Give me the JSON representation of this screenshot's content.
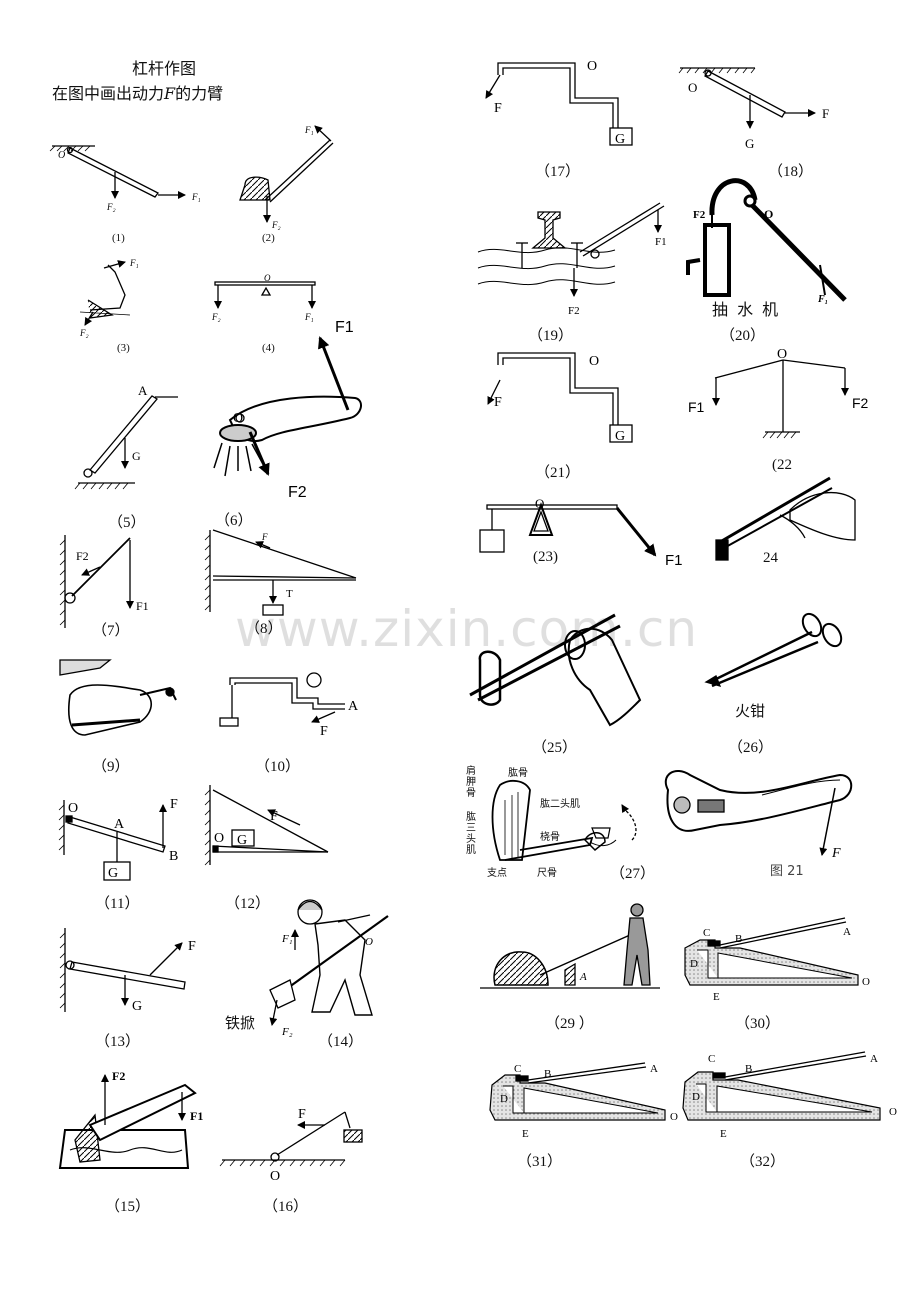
{
  "header": {
    "title": "杠杆作图",
    "instruction_prefix": "在图中画出动力",
    "instruction_var": "F",
    "instruction_suffix": "的力臂"
  },
  "captions": {
    "c1": "(1)",
    "c2": "(2)",
    "c3": "(3)",
    "c4": "(4)",
    "c5": "（5）",
    "c6": "（6）",
    "c7": "（7）",
    "c8": "（8）",
    "c9": "（9）",
    "c10": "（10）",
    "c11": "（11）",
    "c12": "（12）",
    "c13": "（13）",
    "c14": "（14）",
    "c15": "（15）",
    "c16": "（16）",
    "c17": "（17）",
    "c18": "（18）",
    "c19": "（19）",
    "c20": "（20）",
    "c21": "（21）",
    "c22": "(22",
    "c23": "(23)",
    "c24": "24",
    "c25": "（25）",
    "c26": "（26）",
    "c27": "（27）",
    "c29": "（29 ）",
    "c30": "（30）",
    "c31": "（31）",
    "c32": "（32）"
  },
  "text_labels": {
    "pump": "抽 水 机",
    "tongs": "火钳",
    "shovel": "铁掀",
    "fig21": "图 21",
    "muscle_deltoid": "肩胛骨",
    "muscle_humerus": "肱骨",
    "muscle_biceps": "肱二头肌",
    "muscle_triceps": "肱三头肌",
    "muscle_radius": "桡骨",
    "muscle_ulna": "尺骨",
    "muscle_fulcrum": "支点"
  },
  "letters": {
    "F": "F",
    "F1": "F1",
    "F2": "F2",
    "F_1": "F₁",
    "F_2": "F₂",
    "G": "G",
    "O": "O",
    "A": "A",
    "B": "B",
    "C": "C",
    "D": "D",
    "E": "E",
    "T": "T"
  },
  "watermark": "www.zixin.com.cn"
}
